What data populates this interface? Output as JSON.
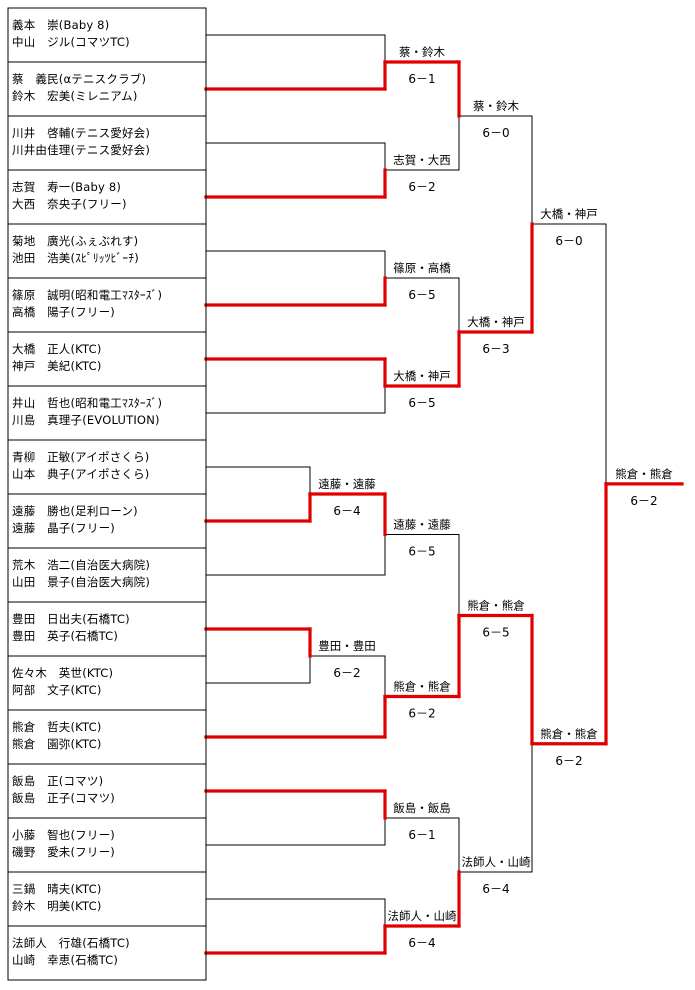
{
  "teams": [
    {
      "p1": "義本　崇(Baby 8)",
      "p2": "中山　ジル(コマツTC)"
    },
    {
      "p1": "蔡　義民(αテニスクラブ)",
      "p2": "鈴木　宏美(ミレニアム)"
    },
    {
      "p1": "川井　啓輔(テニス愛好会)",
      "p2": "川井由佳理(テニス愛好会)"
    },
    {
      "p1": "志賀　寿一(Baby 8)",
      "p2": "大西　奈央子(フリー)"
    },
    {
      "p1": "菊地　廣光(ふぇぶれす)",
      "p2": "池田　浩美(ｽﾋﾟﾘｯﾂﾋﾞｰﾁ)"
    },
    {
      "p1": "篠原　誠明(昭和電工ﾏｽﾀｰｽﾞ)",
      "p2": "高橋　陽子(フリー)"
    },
    {
      "p1": "大橋　正人(KTC)",
      "p2": "神戸　美紀(KTC)"
    },
    {
      "p1": "井山　哲也(昭和電工ﾏｽﾀｰｽﾞ)",
      "p2": "川島　真理子(EVOLUTION)"
    },
    {
      "p1": "青柳　正敏(アイポさくら)",
      "p2": "山本　典子(アイポさくら)"
    },
    {
      "p1": "遠藤　勝也(足利ローン)",
      "p2": "遠藤　晶子(フリー)"
    },
    {
      "p1": "荒木　浩二(自治医大病院)",
      "p2": "山田　景子(自治医大病院)"
    },
    {
      "p1": "豊田　日出夫(石橋TC)",
      "p2": "豊田　英子(石橋TC)"
    },
    {
      "p1": "佐々木　英世(KTC)",
      "p2": "阿部　文子(KTC)"
    },
    {
      "p1": "熊倉　哲夫(KTC)",
      "p2": "熊倉　園弥(KTC)"
    },
    {
      "p1": "飯島　正(コマツ)",
      "p2": "飯島　正子(コマツ)"
    },
    {
      "p1": "小藤　智也(フリー)",
      "p2": "磯野　愛未(フリー)"
    },
    {
      "p1": "三鍋　晴夫(KTC)",
      "p2": "鈴木　明美(KTC)"
    },
    {
      "p1": "法師人　行雄(石橋TC)",
      "p2": "山崎　幸恵(石橋TC)"
    }
  ],
  "matches": [
    {
      "id": "m01",
      "a": "t0",
      "b": "t1",
      "winner": "b",
      "label": "蔡・鈴木",
      "score": "6－1"
    },
    {
      "id": "m02",
      "a": "t2",
      "b": "t3",
      "winner": "b",
      "label": "志賀・大西",
      "score": "6－2"
    },
    {
      "id": "m03",
      "a": "t4",
      "b": "t5",
      "winner": "b",
      "label": "篠原・高橋",
      "score": "6－5"
    },
    {
      "id": "m04",
      "a": "t6",
      "b": "t7",
      "winner": "a",
      "label": "大橋・神戸",
      "score": "6－5"
    },
    {
      "id": "m05",
      "a": "t8",
      "b": "t9",
      "winner": "b",
      "label": "遠藤・遠藤",
      "score": "6－4"
    },
    {
      "id": "m06",
      "a": "t11",
      "b": "t12",
      "winner": "a",
      "label": "豊田・豊田",
      "score": "6－2"
    },
    {
      "id": "m07",
      "a": "t14",
      "b": "t15",
      "winner": "a",
      "label": "飯島・飯島",
      "score": "6－1"
    },
    {
      "id": "m08",
      "a": "t16",
      "b": "t17",
      "winner": "b",
      "label": "法師人・山崎",
      "score": "6－4"
    },
    {
      "id": "m09",
      "a": "m01",
      "b": "m02",
      "winner": "a",
      "label": "蔡・鈴木",
      "score": "6－0"
    },
    {
      "id": "m10",
      "a": "m03",
      "b": "m04",
      "winner": "b",
      "label": "大橋・神戸",
      "score": "6－3"
    },
    {
      "id": "m11",
      "a": "m05",
      "b": "t10",
      "winner": "a",
      "label": "遠藤・遠藤",
      "score": "6－5"
    },
    {
      "id": "m12",
      "a": "m06",
      "b": "t13",
      "winner": "b",
      "label": "熊倉・熊倉",
      "score": "6－2"
    },
    {
      "id": "m13",
      "a": "m07",
      "b": "m08",
      "winner": "b",
      "label": "法師人・山崎",
      "score": "6－4"
    },
    {
      "id": "m14",
      "a": "m09",
      "b": "m10",
      "winner": "b",
      "label": "大橋・神戸",
      "score": "6－0"
    },
    {
      "id": "m15",
      "a": "m11",
      "b": "m12",
      "winner": "b",
      "label": "熊倉・熊倉",
      "score": "6－5"
    },
    {
      "id": "m16",
      "a": "m15",
      "b": "m13",
      "winner": "a",
      "label": "熊倉・熊倉",
      "score": "6－2"
    },
    {
      "id": "m17",
      "a": "m14",
      "b": "m16",
      "winner": "b",
      "label": "熊倉・熊倉",
      "score": "6－2"
    }
  ],
  "colors": {
    "line": "#000000",
    "winner_line": "#e00000",
    "border": "#000000"
  }
}
